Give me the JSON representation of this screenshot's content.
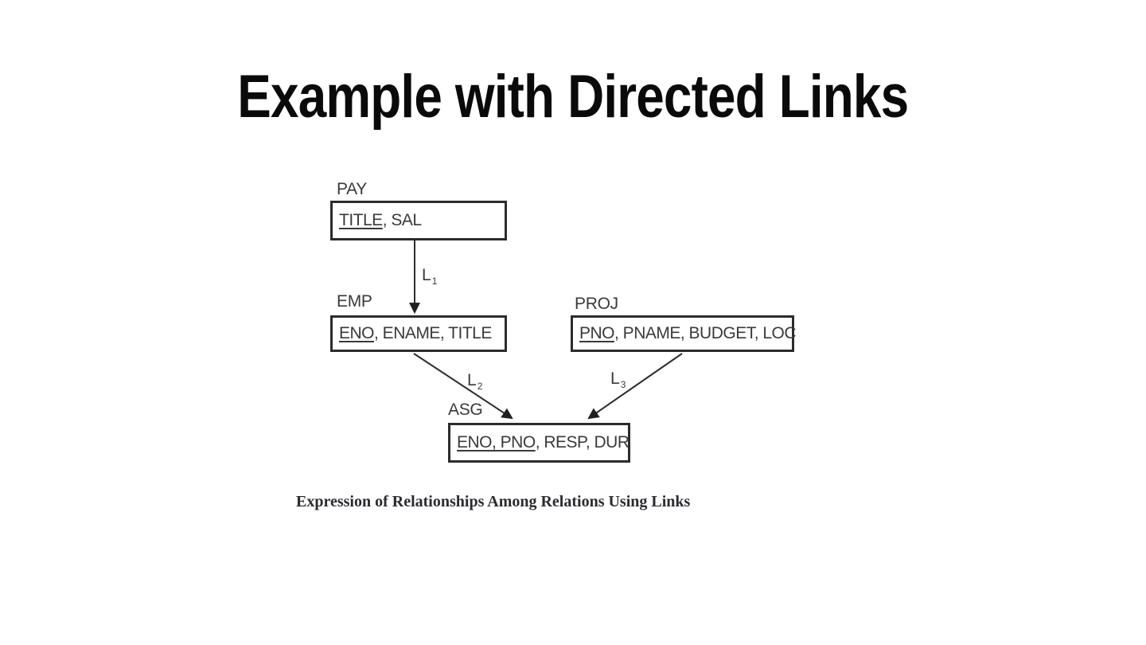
{
  "slide": {
    "title": "Example with Directed Links",
    "caption": "Expression of Relationships Among Relations Using Links"
  },
  "diagram": {
    "relations": {
      "pay": {
        "name": "PAY",
        "key": "TITLE",
        "rest": ", SAL"
      },
      "emp": {
        "name": "EMP",
        "key": "ENO",
        "rest": ", ENAME, TITLE"
      },
      "proj": {
        "name": "PROJ",
        "key": "PNO",
        "rest": ", PNAME, BUDGET, LOC"
      },
      "asg": {
        "name": "ASG",
        "key": "ENO, PNO",
        "rest": ", RESP, DUR"
      }
    },
    "links": {
      "l1": {
        "label": "L",
        "sub": "1",
        "from": "PAY",
        "to": "EMP"
      },
      "l2": {
        "label": "L",
        "sub": "2",
        "from": "EMP",
        "to": "ASG"
      },
      "l3": {
        "label": "L",
        "sub": "3",
        "from": "PROJ",
        "to": "ASG"
      }
    },
    "colors": {
      "ink": "#2c2c2c",
      "text": "#3a3a3a",
      "title": "#0a0a0a",
      "background": "#ffffff"
    }
  }
}
